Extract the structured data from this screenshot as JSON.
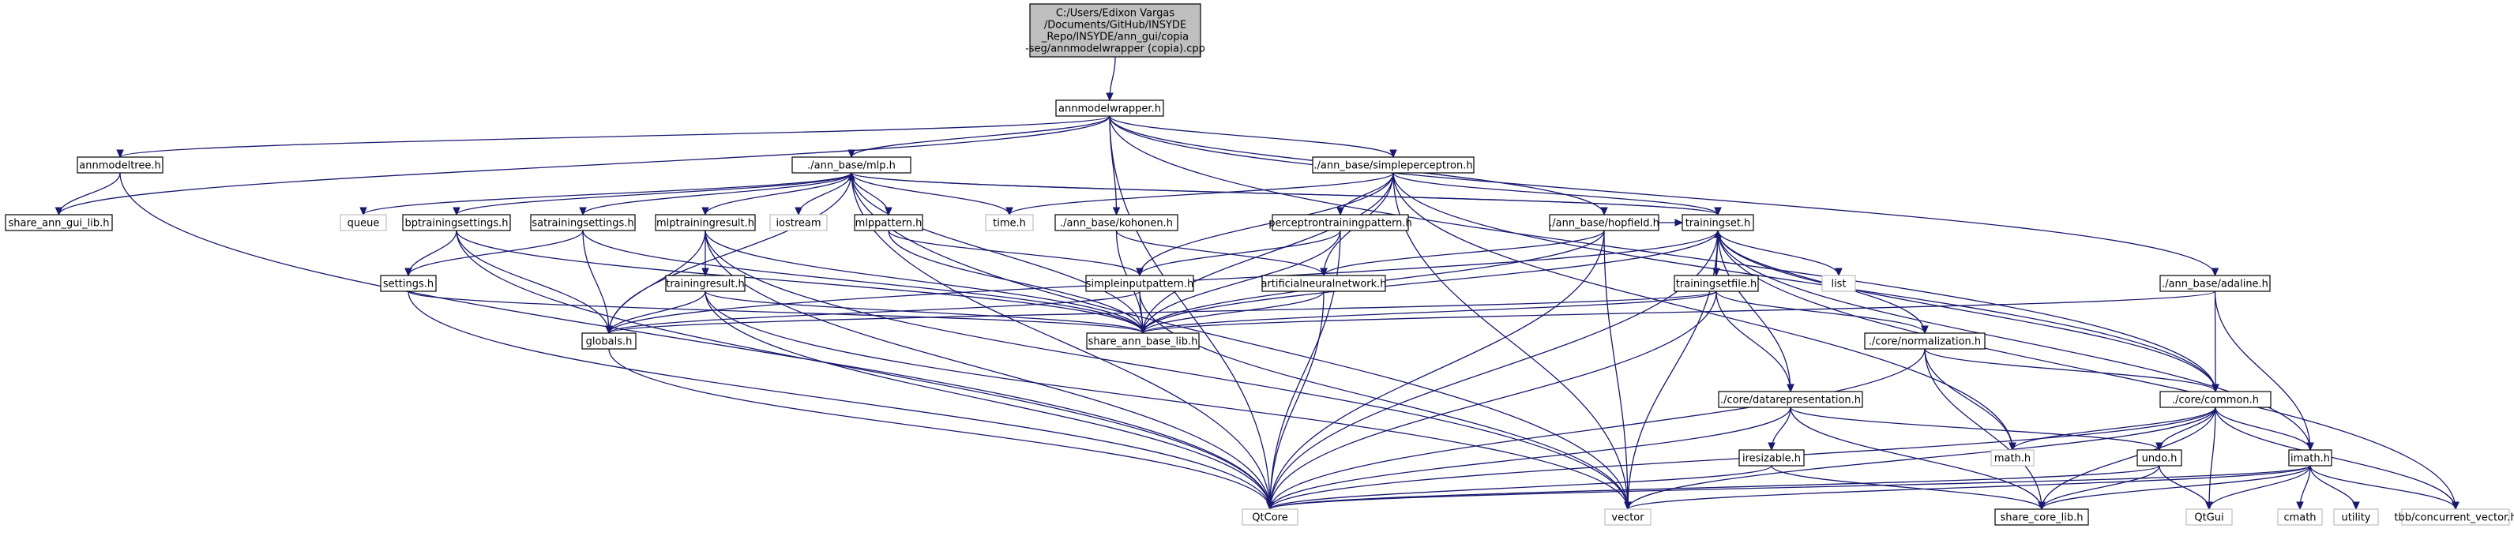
{
  "diagram": {
    "root": {
      "id": "root",
      "lines": [
        "C:/Users/Edixon Vargas",
        "/Documents/GitHub/INSYDE",
        "_Repo/INSYDE/ann_gui/copia",
        "-seg/annmodelwrapper (copia).cpp"
      ]
    },
    "nodes": [
      {
        "id": "annmodelwrapper",
        "label": "annmodelwrapper.h"
      },
      {
        "id": "annmodeltree",
        "label": "annmodeltree.h"
      },
      {
        "id": "share_ann_gui_lib",
        "label": "share_ann_gui_lib.h"
      },
      {
        "id": "mlp",
        "label": "./ann_base/mlp.h"
      },
      {
        "id": "kohonen",
        "label": "./ann_base/kohonen.h"
      },
      {
        "id": "simpleperceptron",
        "label": "./ann_base/simpleperceptron.h"
      },
      {
        "id": "hopfield",
        "label": "./ann_base/hopfield.h"
      },
      {
        "id": "adaline",
        "label": "./ann_base/adaline.h"
      },
      {
        "id": "queue",
        "label": "queue",
        "ext": true
      },
      {
        "id": "bptrainingsettings",
        "label": "bptrainingsettings.h"
      },
      {
        "id": "satrainingsettings",
        "label": "satrainingsettings.h"
      },
      {
        "id": "mlptrainingresult",
        "label": "mlptrainingresult.h"
      },
      {
        "id": "iostream",
        "label": "iostream",
        "ext": true
      },
      {
        "id": "mlppattern",
        "label": "mlppattern.h"
      },
      {
        "id": "time",
        "label": "time.h",
        "ext": true
      },
      {
        "id": "perceptrontrainingpattern",
        "label": "perceptrontrainingpattern.h"
      },
      {
        "id": "trainingset",
        "label": "trainingset.h"
      },
      {
        "id": "settings",
        "label": "settings.h"
      },
      {
        "id": "trainingresult",
        "label": "trainingresult.h"
      },
      {
        "id": "simpleinputpattern",
        "label": "simpleinputpattern.h"
      },
      {
        "id": "artificialneuralnetwork",
        "label": "artificialneuralnetwork.h"
      },
      {
        "id": "trainingsetfile",
        "label": "trainingsetfile.h"
      },
      {
        "id": "list",
        "label": "list",
        "ext": true
      },
      {
        "id": "globals",
        "label": "globals.h"
      },
      {
        "id": "share_ann_base_lib",
        "label": "share_ann_base_lib.h"
      },
      {
        "id": "normalization",
        "label": "./core/normalization.h"
      },
      {
        "id": "datarepresentation",
        "label": "./core/datarepresentation.h"
      },
      {
        "id": "common",
        "label": "./core/common.h"
      },
      {
        "id": "iresizable",
        "label": "iresizable.h"
      },
      {
        "id": "math",
        "label": "math.h",
        "ext": true
      },
      {
        "id": "undo",
        "label": "undo.h"
      },
      {
        "id": "imath",
        "label": "imath.h"
      },
      {
        "id": "QtCore",
        "label": "QtCore",
        "ext": true
      },
      {
        "id": "vector",
        "label": "vector",
        "ext": true
      },
      {
        "id": "share_core_lib",
        "label": "share_core_lib.h"
      },
      {
        "id": "QtGui",
        "label": "QtGui",
        "ext": true
      },
      {
        "id": "cmath",
        "label": "cmath",
        "ext": true
      },
      {
        "id": "utility",
        "label": "utility",
        "ext": true
      },
      {
        "id": "concurrent_vector",
        "label": "tbb/concurrent_vector.h",
        "ext": true
      }
    ],
    "edges": [
      [
        "root",
        "annmodelwrapper"
      ],
      [
        "annmodelwrapper",
        "annmodeltree"
      ],
      [
        "annmodelwrapper",
        "share_ann_gui_lib"
      ],
      [
        "annmodelwrapper",
        "mlp"
      ],
      [
        "annmodelwrapper",
        "kohonen"
      ],
      [
        "annmodelwrapper",
        "simpleperceptron"
      ],
      [
        "annmodelwrapper",
        "hopfield"
      ],
      [
        "annmodelwrapper",
        "adaline"
      ],
      [
        "annmodelwrapper",
        "common"
      ],
      [
        "annmodelwrapper",
        "QtCore"
      ],
      [
        "annmodeltree",
        "share_ann_gui_lib"
      ],
      [
        "annmodeltree",
        "QtCore"
      ],
      [
        "mlp",
        "queue"
      ],
      [
        "mlp",
        "bptrainingsettings"
      ],
      [
        "mlp",
        "satrainingsettings"
      ],
      [
        "mlp",
        "mlptrainingresult"
      ],
      [
        "mlp",
        "iostream"
      ],
      [
        "mlp",
        "mlppattern"
      ],
      [
        "mlp",
        "time"
      ],
      [
        "mlp",
        "trainingset"
      ],
      [
        "mlp",
        "globals"
      ],
      [
        "mlp",
        "share_ann_base_lib"
      ],
      [
        "mlp",
        "vector"
      ],
      [
        "mlp",
        "QtCore"
      ],
      [
        "kohonen",
        "artificialneuralnetwork"
      ],
      [
        "kohonen",
        "share_ann_base_lib"
      ],
      [
        "simpleperceptron",
        "time"
      ],
      [
        "simpleperceptron",
        "perceptrontrainingpattern"
      ],
      [
        "simpleperceptron",
        "trainingset"
      ],
      [
        "simpleperceptron",
        "simpleinputpattern"
      ],
      [
        "simpleperceptron",
        "artificialneuralnetwork"
      ],
      [
        "simpleperceptron",
        "share_ann_base_lib"
      ],
      [
        "simpleperceptron",
        "math"
      ],
      [
        "simpleperceptron",
        "common"
      ],
      [
        "simpleperceptron",
        "vector"
      ],
      [
        "hopfield",
        "trainingset"
      ],
      [
        "hopfield",
        "artificialneuralnetwork"
      ],
      [
        "hopfield",
        "share_ann_base_lib"
      ],
      [
        "hopfield",
        "vector"
      ],
      [
        "hopfield",
        "QtCore"
      ],
      [
        "adaline",
        "share_ann_base_lib"
      ],
      [
        "adaline",
        "common"
      ],
      [
        "adaline",
        "imath"
      ],
      [
        "bptrainingsettings",
        "settings"
      ],
      [
        "bptrainingsettings",
        "globals"
      ],
      [
        "bptrainingsettings",
        "share_ann_base_lib"
      ],
      [
        "bptrainingsettings",
        "QtCore"
      ],
      [
        "satrainingsettings",
        "settings"
      ],
      [
        "satrainingsettings",
        "globals"
      ],
      [
        "satrainingsettings",
        "share_ann_base_lib"
      ],
      [
        "mlptrainingresult",
        "trainingresult"
      ],
      [
        "mlptrainingresult",
        "globals"
      ],
      [
        "mlptrainingresult",
        "share_ann_base_lib"
      ],
      [
        "mlptrainingresult",
        "vector"
      ],
      [
        "mlptrainingresult",
        "QtCore"
      ],
      [
        "mlppattern",
        "simpleinputpattern"
      ],
      [
        "mlppattern",
        "share_ann_base_lib"
      ],
      [
        "perceptrontrainingpattern",
        "simpleinputpattern"
      ],
      [
        "perceptrontrainingpattern",
        "share_ann_base_lib"
      ],
      [
        "perceptrontrainingpattern",
        "QtCore"
      ],
      [
        "trainingset",
        "mlp"
      ],
      [
        "trainingset",
        "trainingsetfile"
      ],
      [
        "trainingset",
        "list"
      ],
      [
        "trainingset",
        "globals"
      ],
      [
        "trainingset",
        "share_ann_base_lib"
      ],
      [
        "trainingset",
        "normalization"
      ],
      [
        "trainingset",
        "datarepresentation"
      ],
      [
        "trainingset",
        "common"
      ],
      [
        "trainingset",
        "imath"
      ],
      [
        "trainingset",
        "QtCore"
      ],
      [
        "trainingset",
        "vector"
      ],
      [
        "trainingset",
        "concurrent_vector"
      ],
      [
        "settings",
        "share_ann_base_lib"
      ],
      [
        "settings",
        "QtCore"
      ],
      [
        "trainingresult",
        "globals"
      ],
      [
        "trainingresult",
        "share_ann_base_lib"
      ],
      [
        "trainingresult",
        "vector"
      ],
      [
        "trainingresult",
        "QtCore"
      ],
      [
        "simpleinputpattern",
        "globals"
      ],
      [
        "simpleinputpattern",
        "share_ann_base_lib"
      ],
      [
        "simpleinputpattern",
        "vector"
      ],
      [
        "artificialneuralnetwork",
        "share_ann_base_lib"
      ],
      [
        "artificialneuralnetwork",
        "QtCore"
      ],
      [
        "trainingsetfile",
        "trainingset"
      ],
      [
        "trainingsetfile",
        "globals"
      ],
      [
        "trainingsetfile",
        "share_ann_base_lib"
      ],
      [
        "trainingsetfile",
        "normalization"
      ],
      [
        "trainingsetfile",
        "datarepresentation"
      ],
      [
        "trainingsetfile",
        "QtCore"
      ],
      [
        "globals",
        "QtCore"
      ],
      [
        "normalization",
        "common"
      ],
      [
        "normalization",
        "math"
      ],
      [
        "normalization",
        "share_core_lib"
      ],
      [
        "normalization",
        "QtCore"
      ],
      [
        "datarepresentation",
        "iresizable"
      ],
      [
        "datarepresentation",
        "undo"
      ],
      [
        "datarepresentation",
        "share_core_lib"
      ],
      [
        "datarepresentation",
        "QtCore"
      ],
      [
        "common",
        "math"
      ],
      [
        "common",
        "undo"
      ],
      [
        "common",
        "imath"
      ],
      [
        "common",
        "QtCore"
      ],
      [
        "common",
        "vector"
      ],
      [
        "common",
        "share_core_lib"
      ],
      [
        "common",
        "QtGui"
      ],
      [
        "common",
        "concurrent_vector"
      ],
      [
        "iresizable",
        "share_core_lib"
      ],
      [
        "iresizable",
        "QtCore"
      ],
      [
        "undo",
        "share_core_lib"
      ],
      [
        "undo",
        "QtGui"
      ],
      [
        "undo",
        "QtCore"
      ],
      [
        "imath",
        "QtCore"
      ],
      [
        "imath",
        "vector"
      ],
      [
        "imath",
        "QtGui"
      ],
      [
        "imath",
        "cmath"
      ],
      [
        "imath",
        "utility"
      ],
      [
        "imath",
        "concurrent_vector"
      ],
      [
        "imath",
        "share_core_lib"
      ]
    ]
  }
}
